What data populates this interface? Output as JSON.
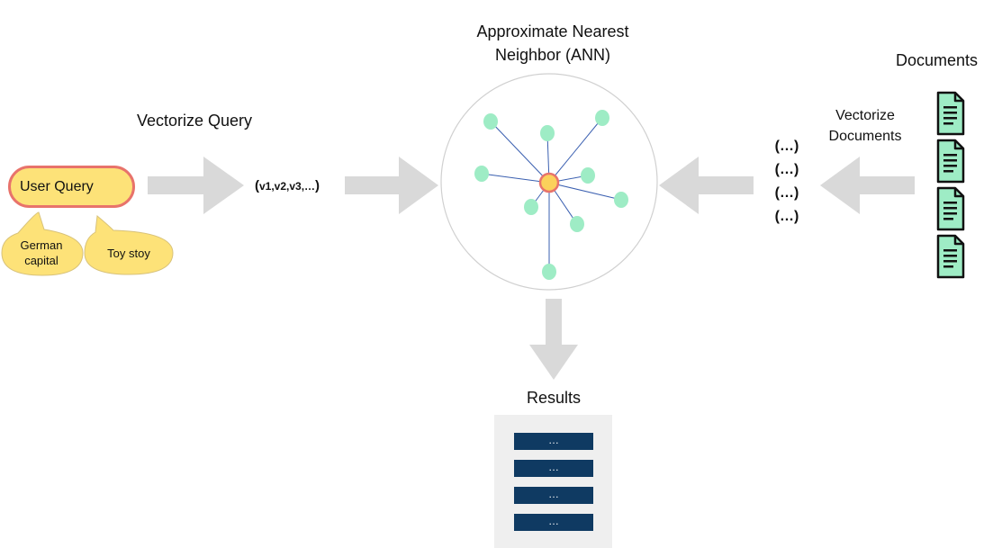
{
  "labels": {
    "ann_title": "Approximate Nearest Neighbor (ANN)",
    "vectorize_query": "Vectorize Query",
    "documents": "Documents",
    "vectorize_documents": "Vectorize Documents",
    "results": "Results"
  },
  "query": {
    "main": "User Query",
    "examples": [
      "German capital",
      "Toy stoy"
    ]
  },
  "vector_text": {
    "open": "(",
    "body": "v1,v2,v3,…",
    "close": ")"
  },
  "doc_vectors": [
    "(…)",
    "(…)",
    "(…)",
    "(…)"
  ],
  "results": [
    "…",
    "…",
    "…",
    "…"
  ],
  "colors": {
    "arrow": "#d9d9d9",
    "query_fill": "#fde278",
    "query_border": "#e8736b",
    "node": "#9eecc5",
    "center_node": "#fbd15b",
    "edge": "#3a5fb0",
    "doc_icon": "#9eecc5",
    "result_row": "#0f3a62"
  },
  "icons": {
    "document": "document-icon"
  }
}
